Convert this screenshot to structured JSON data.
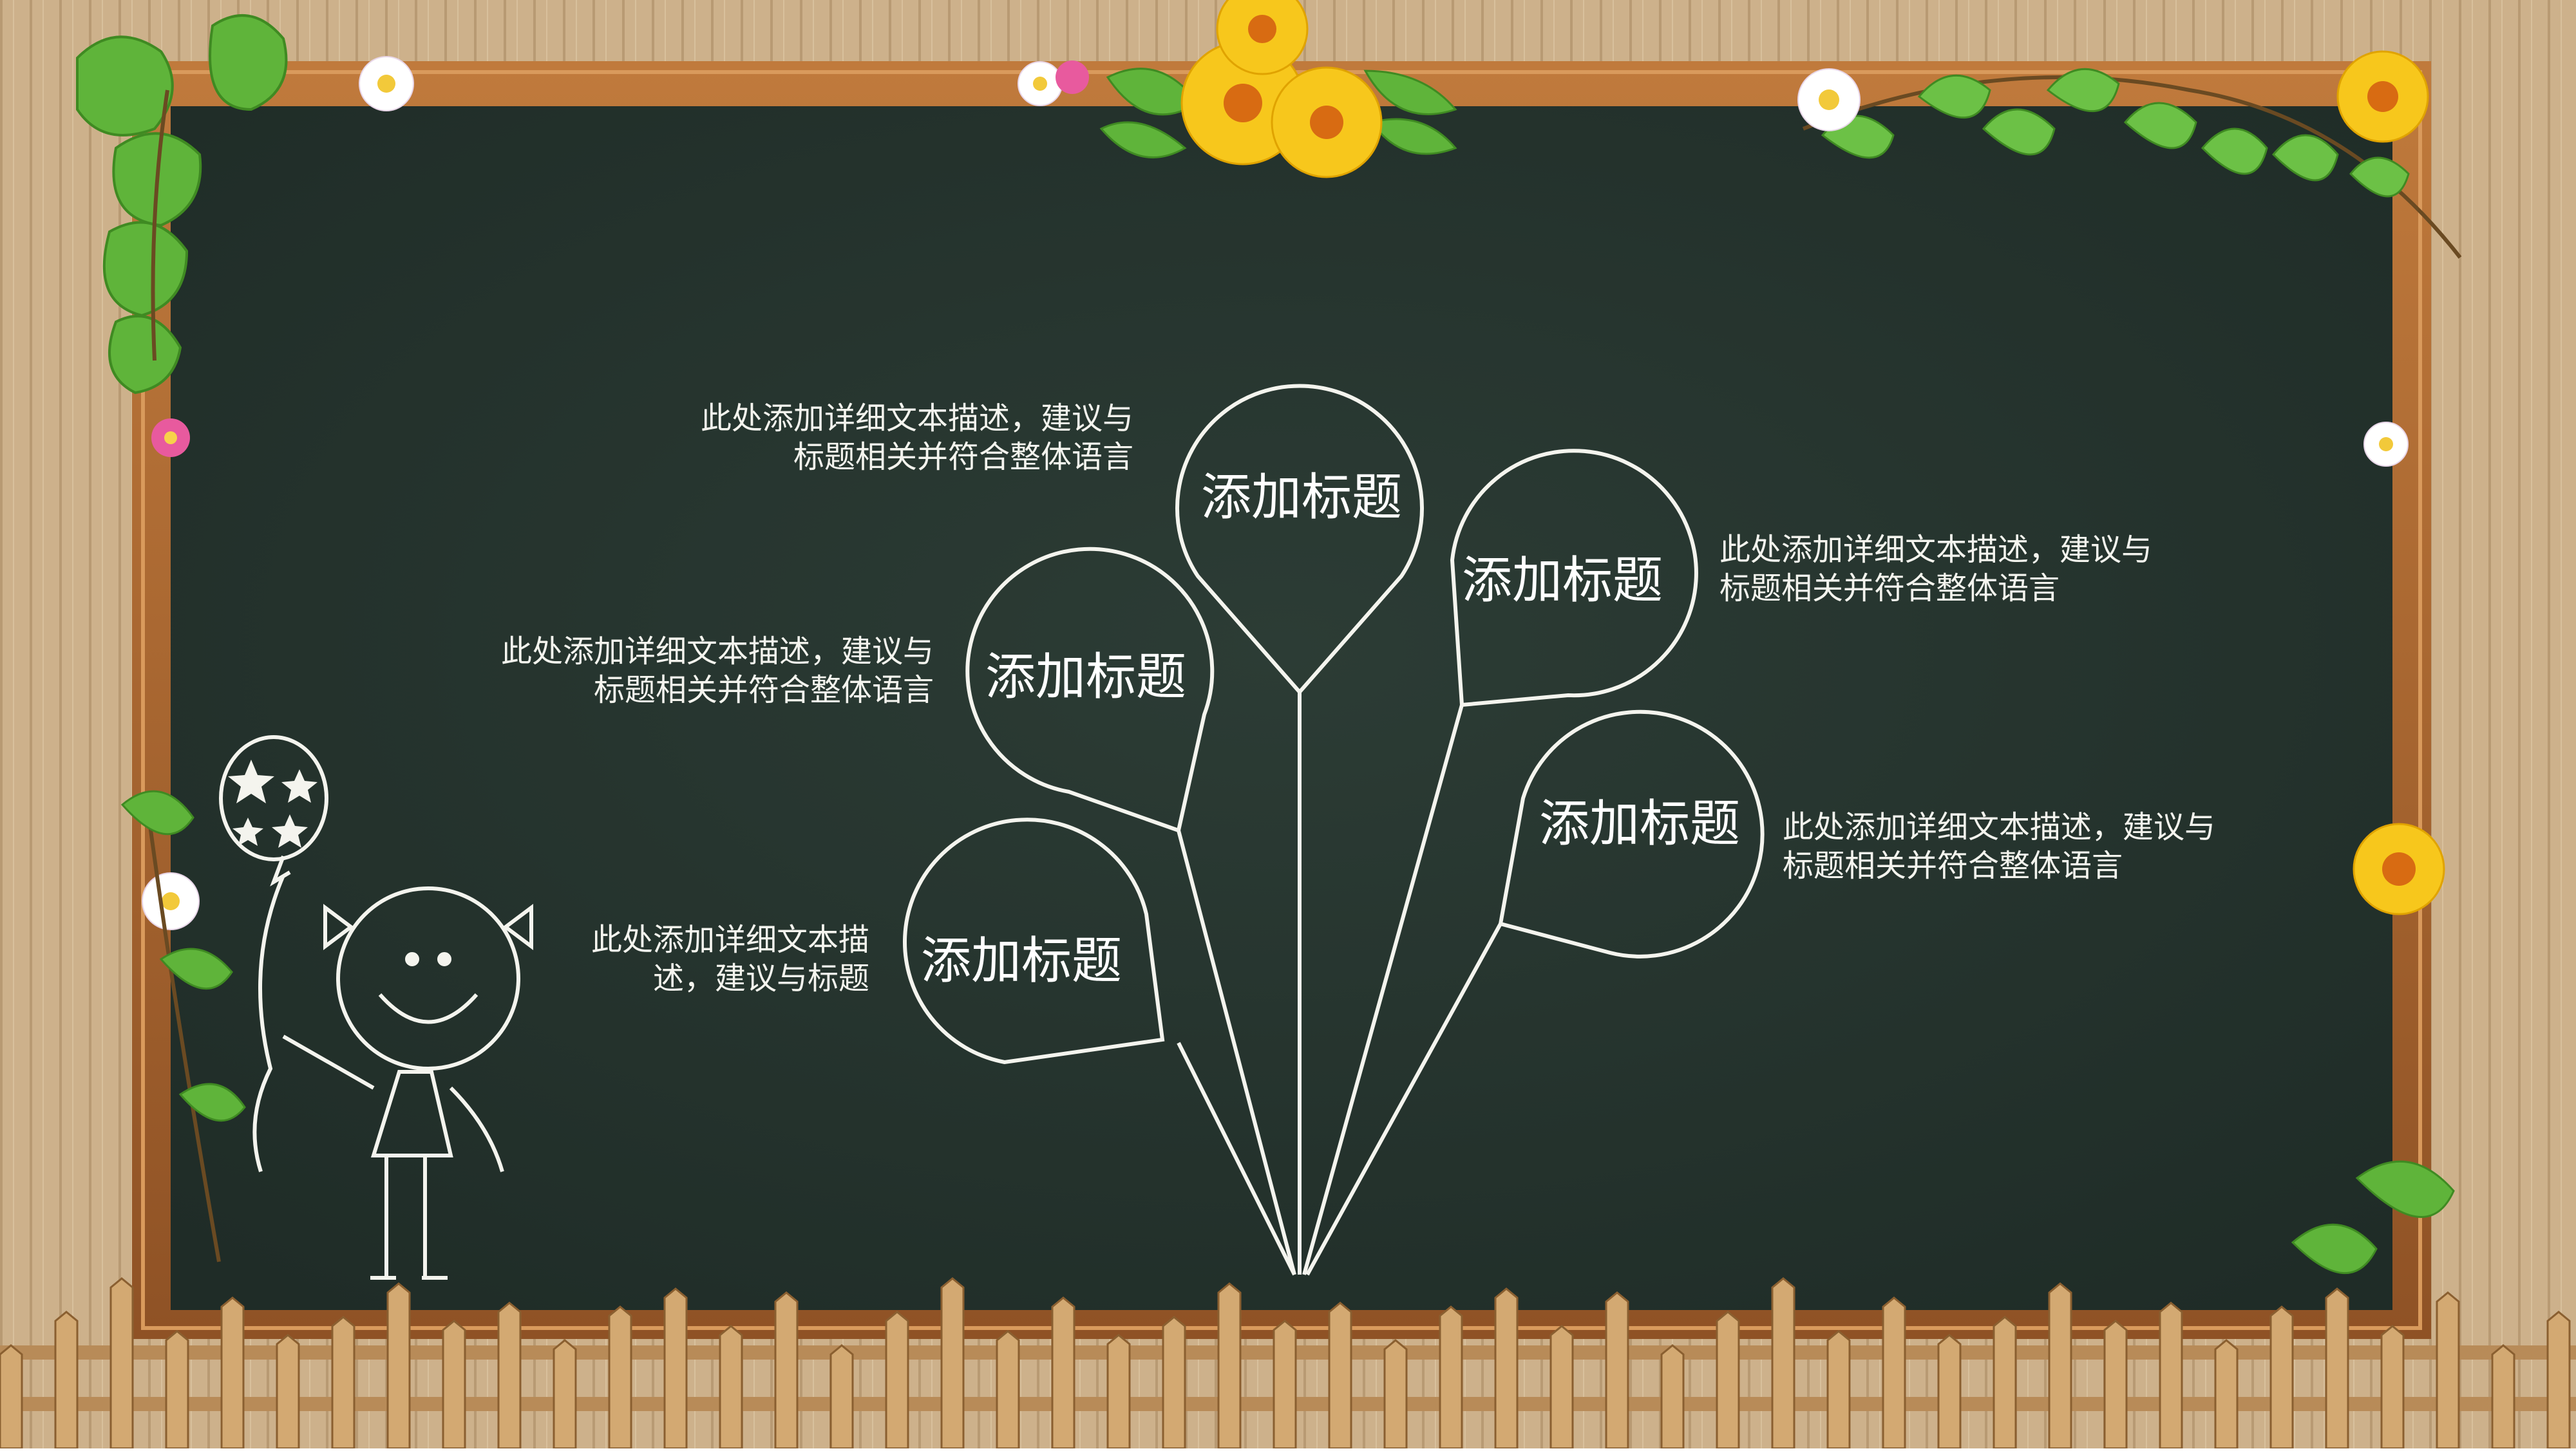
{
  "colors": {
    "chalkboard": "#273730",
    "wood_wall": "#cbb08a",
    "frame": "#a5652f",
    "chalk": "#f4f4ee",
    "fence": "#c49a66",
    "leaf": "#5fb43a",
    "flower_yellow": "#f7c71c"
  },
  "balloons": [
    {
      "title": "添加标题",
      "description": [
        "此处添加详细文本描述，建议与",
        "标题相关并符合整体语言"
      ]
    },
    {
      "title": "添加标题",
      "description": [
        "此处添加详细文本描述，建议与",
        "标题相关并符合整体语言"
      ]
    },
    {
      "title": "添加标题",
      "description": [
        "此处添加详细文本描述，建议与",
        "标题相关并符合整体语言"
      ]
    },
    {
      "title": "添加标题",
      "description": [
        "此处添加详细文本描述，建议与",
        "标题相关并符合整体语言"
      ]
    },
    {
      "title": "添加标题",
      "description": [
        "此处添加详细文本描",
        "述，建议与标题"
      ]
    }
  ],
  "decorations": {
    "kid_drawing": "child-with-star-balloon-icon",
    "fence": "picket-fence",
    "vines": "ivy-leaves",
    "flowers": "daisy-and-sunflower"
  }
}
